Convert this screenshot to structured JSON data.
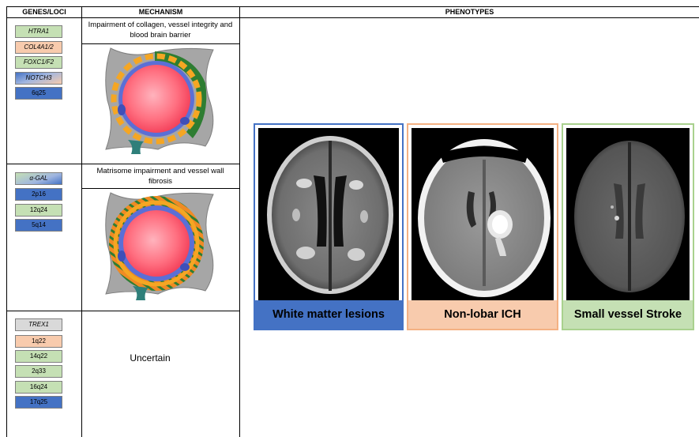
{
  "headers": {
    "genes": "GENES/LOCI",
    "mechanism": "MECHANISM",
    "phenotypes": "PHENOTYPES"
  },
  "groups": [
    {
      "tags": [
        {
          "label": "HTRA1",
          "style": "green",
          "italic": true
        },
        {
          "label": "COL4A1/2",
          "style": "peach",
          "italic": true
        },
        {
          "label": "FOXC1/F2",
          "style": "green",
          "italic": true
        },
        {
          "label": "NOTCH3",
          "style": "blue-fade",
          "italic": true
        },
        {
          "label": "6q25",
          "style": "blue",
          "italic": false
        }
      ],
      "mechanism": "Impairment of collagen, vessel integrity and blood brain barrier"
    },
    {
      "tags": [
        {
          "label": "α-GAL",
          "style": "green-blue",
          "italic": true
        },
        {
          "label": "2p16",
          "style": "blue",
          "italic": false
        },
        {
          "label": "12q24",
          "style": "green",
          "italic": false
        },
        {
          "label": "5q14",
          "style": "blue",
          "italic": false
        }
      ],
      "mechanism": "Matrisome impairment and vessel wall fibrosis"
    },
    {
      "tags": [
        {
          "label": "TREX1",
          "style": "grey",
          "italic": true
        },
        {
          "label": "1q22",
          "style": "peach",
          "italic": false
        },
        {
          "label": "14q22",
          "style": "green",
          "italic": false
        },
        {
          "label": "2q33",
          "style": "green",
          "italic": false
        },
        {
          "label": "16q24",
          "style": "green",
          "italic": false
        },
        {
          "label": "17q25",
          "style": "blue",
          "italic": false
        }
      ],
      "mechanism": "Uncertain"
    }
  ],
  "phenotypes": [
    {
      "label": "White matter lesions",
      "color": "#4472c4",
      "caption_bg": "#4472c4"
    },
    {
      "label": "Non-lobar ICH",
      "color": "#f4b183",
      "caption_bg": "#f8cbad"
    },
    {
      "label": "Small vessel Stroke",
      "color": "#a9d18e",
      "caption_bg": "#c5e0b4"
    }
  ],
  "colors": {
    "green": "#c5e0b4",
    "peach": "#f8cbad",
    "blue": "#4472c4",
    "grey": "#d9d9d9",
    "vessel_grey": "#a6a6a6",
    "lumen_red": "#ff5a6e",
    "endothelium_blue": "#5b6fd6",
    "collagen_orange": "#f5a623",
    "wall_green": "#2e7d32"
  }
}
